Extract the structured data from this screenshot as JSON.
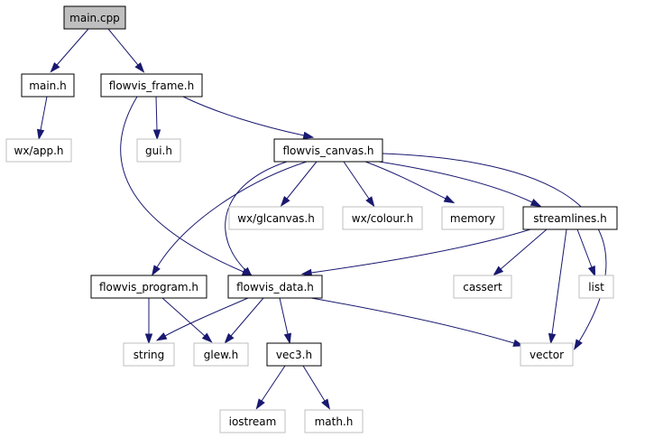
{
  "colors": {
    "edge": "#191970",
    "root_fill": "#bfbfbf",
    "local_border": "#000000",
    "system_border": "#bfbfbf",
    "node_fill": "#ffffff",
    "text": "#000000"
  },
  "nodes": {
    "main_cpp": {
      "label": "main.cpp",
      "kind": "root"
    },
    "main_h": {
      "label": "main.h",
      "kind": "local"
    },
    "flowvis_frame_h": {
      "label": "flowvis_frame.h",
      "kind": "local"
    },
    "wx_app_h": {
      "label": "wx/app.h",
      "kind": "system"
    },
    "gui_h": {
      "label": "gui.h",
      "kind": "system"
    },
    "flowvis_canvas_h": {
      "label": "flowvis_canvas.h",
      "kind": "local"
    },
    "wx_glcanvas_h": {
      "label": "wx/glcanvas.h",
      "kind": "system"
    },
    "wx_colour_h": {
      "label": "wx/colour.h",
      "kind": "system"
    },
    "memory": {
      "label": "memory",
      "kind": "system"
    },
    "streamlines_h": {
      "label": "streamlines.h",
      "kind": "local"
    },
    "flowvis_program_h": {
      "label": "flowvis_program.h",
      "kind": "local"
    },
    "flowvis_data_h": {
      "label": "flowvis_data.h",
      "kind": "local"
    },
    "cassert": {
      "label": "cassert",
      "kind": "system"
    },
    "list": {
      "label": "list",
      "kind": "system"
    },
    "string": {
      "label": "string",
      "kind": "system"
    },
    "glew_h": {
      "label": "glew.h",
      "kind": "system"
    },
    "vec3_h": {
      "label": "vec3.h",
      "kind": "local"
    },
    "vector": {
      "label": "vector",
      "kind": "system"
    },
    "iostream": {
      "label": "iostream",
      "kind": "system"
    },
    "math_h": {
      "label": "math.h",
      "kind": "system"
    }
  },
  "edges": [
    [
      "main_cpp",
      "main_h"
    ],
    [
      "main_cpp",
      "flowvis_frame_h"
    ],
    [
      "main_h",
      "wx_app_h"
    ],
    [
      "flowvis_frame_h",
      "gui_h"
    ],
    [
      "flowvis_frame_h",
      "flowvis_canvas_h"
    ],
    [
      "flowvis_frame_h",
      "flowvis_data_h"
    ],
    [
      "flowvis_canvas_h",
      "wx_glcanvas_h"
    ],
    [
      "flowvis_canvas_h",
      "wx_colour_h"
    ],
    [
      "flowvis_canvas_h",
      "memory"
    ],
    [
      "flowvis_canvas_h",
      "streamlines_h"
    ],
    [
      "flowvis_canvas_h",
      "flowvis_program_h"
    ],
    [
      "flowvis_canvas_h",
      "flowvis_data_h"
    ],
    [
      "flowvis_canvas_h",
      "vector"
    ],
    [
      "streamlines_h",
      "flowvis_data_h"
    ],
    [
      "streamlines_h",
      "cassert"
    ],
    [
      "streamlines_h",
      "list"
    ],
    [
      "streamlines_h",
      "vector"
    ],
    [
      "flowvis_program_h",
      "string"
    ],
    [
      "flowvis_program_h",
      "glew_h"
    ],
    [
      "flowvis_data_h",
      "string"
    ],
    [
      "flowvis_data_h",
      "glew_h"
    ],
    [
      "flowvis_data_h",
      "vec3_h"
    ],
    [
      "flowvis_data_h",
      "vector"
    ],
    [
      "vec3_h",
      "iostream"
    ],
    [
      "vec3_h",
      "math_h"
    ]
  ]
}
